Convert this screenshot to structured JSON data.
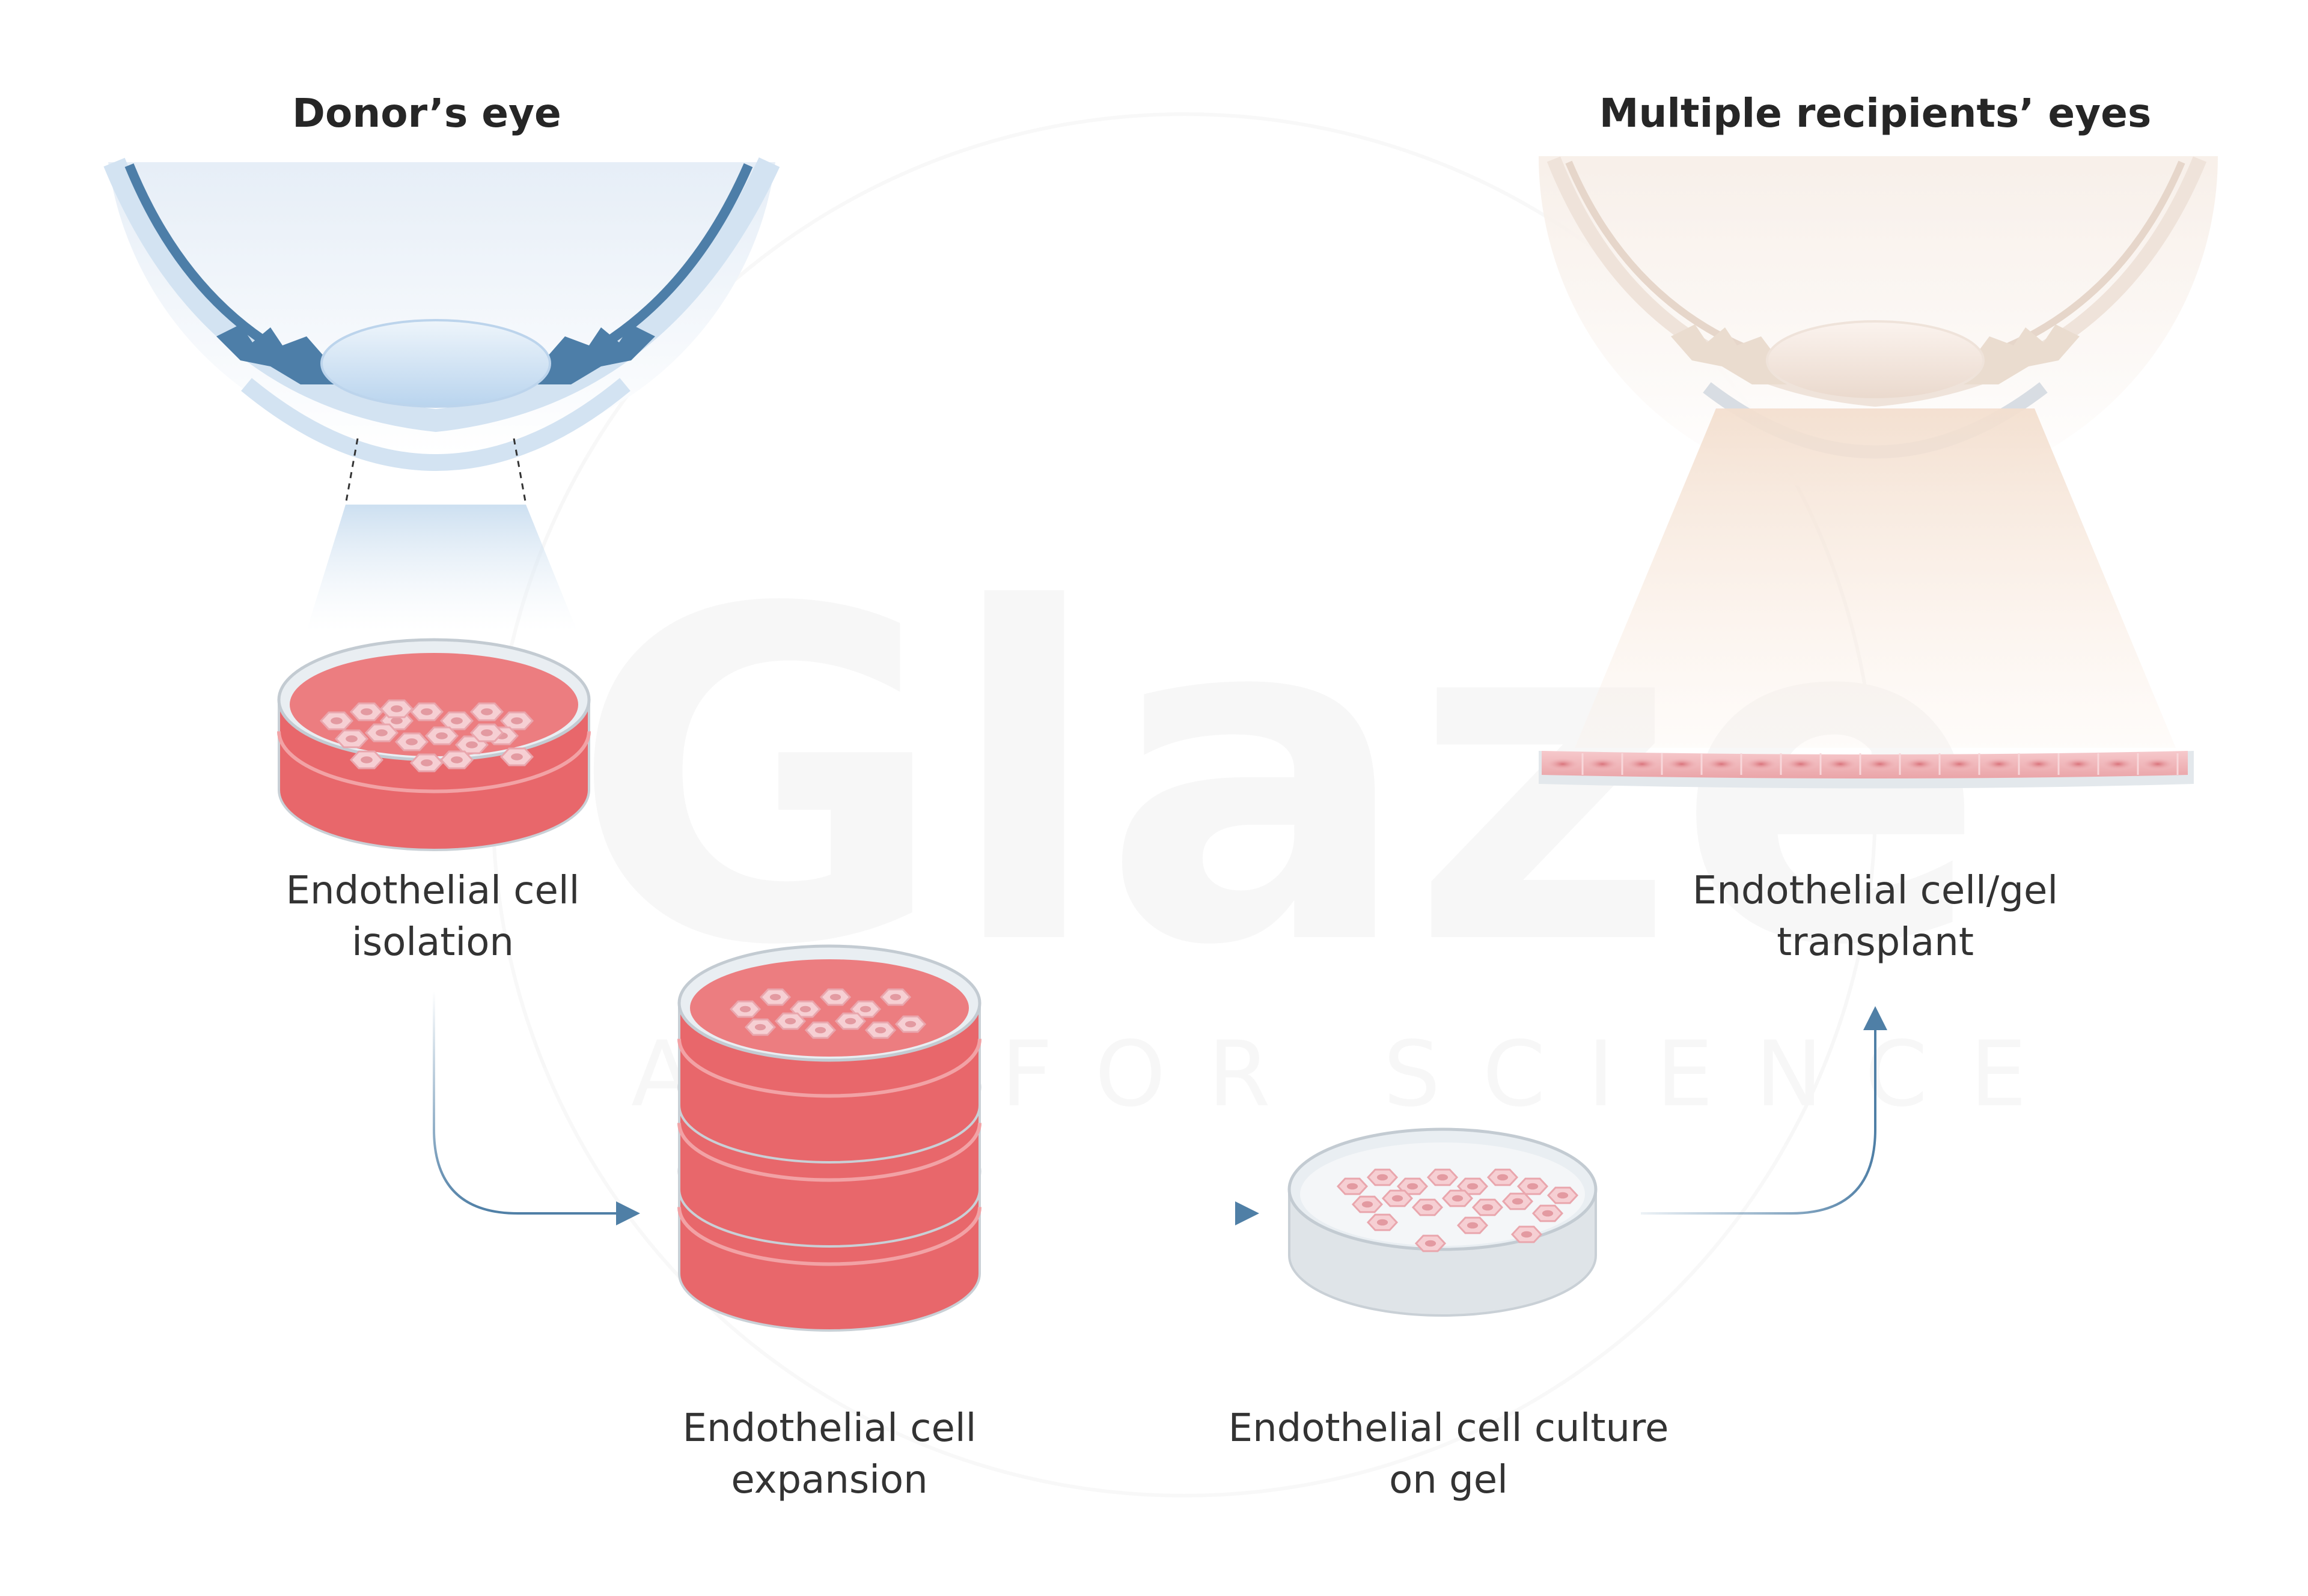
{
  "titles": {
    "donor": "Donor’s eye",
    "recipients": "Multiple recipients’ eyes"
  },
  "steps": [
    {
      "line1": "Endothelial cell",
      "line2": "isolation"
    },
    {
      "line1": "Endothelial cell",
      "line2": "expansion"
    },
    {
      "line1": "Endothelial cell culture",
      "line2": "on gel"
    },
    {
      "line1": "Endothelial cell/gel",
      "line2": "transplant"
    }
  ],
  "watermark": {
    "logo": "Glaze",
    "tagline": "ART FOR SCIENCE"
  },
  "colors": {
    "donor_eye": "#4d7ea8",
    "donor_eye_light": "#c9dff3",
    "recipient_eye": "#e6d6ca",
    "cells_red": "#e8676b",
    "cells_pink": "#f3c3c7",
    "dish_glass": "#dfe5ea",
    "arrow": "#4f7fa6"
  },
  "icons": [
    "donor-eye-icon",
    "recipient-eye-icon",
    "petri-dish-icon",
    "dish-stack-icon",
    "gel-dish-icon",
    "cell-sheet-icon",
    "arrow-icon"
  ]
}
